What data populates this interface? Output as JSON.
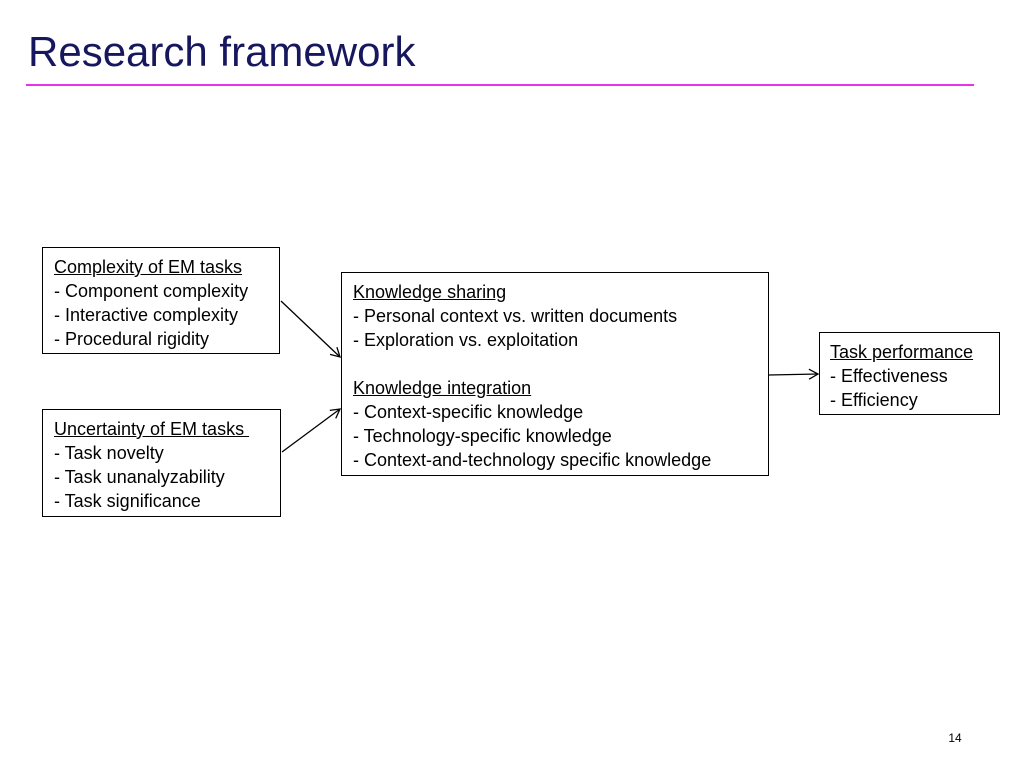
{
  "slide": {
    "title": "Research framework",
    "page_number": "14",
    "accent_color": "#e933e8",
    "title_color": "#17175e"
  },
  "diagram": {
    "boxes": {
      "complexity": {
        "heading": "Complexity of EM tasks",
        "items": [
          "- Component complexity",
          "- Interactive complexity",
          "- Procedural rigidity"
        ]
      },
      "uncertainty": {
        "heading": "Uncertainty of EM tasks ",
        "items": [
          "- Task novelty",
          "- Task unanalyzability",
          "- Task significance"
        ]
      },
      "knowledge": {
        "sharing_heading": "Knowledge sharing",
        "sharing_items": [
          "- Personal context vs. written documents",
          "- Exploration vs. exploitation"
        ],
        "integration_heading": "Knowledge integration",
        "integration_items": [
          "- Context-specific knowledge",
          "- Technology-specific knowledge",
          "- Context-and-technology specific knowledge"
        ]
      },
      "performance": {
        "heading": "Task performance",
        "items": [
          "- Effectiveness",
          "- Efficiency"
        ]
      }
    }
  }
}
